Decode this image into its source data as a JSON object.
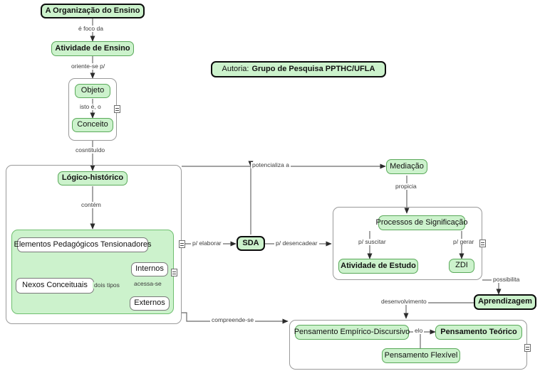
{
  "diagram": {
    "title_node": "A Organização do Ensino",
    "credit": {
      "prefix": "Autoria:",
      "value": "Grupo de Pesquisa PPTHC/UFLA"
    },
    "colors": {
      "node_fill_green": "#ccf2cc",
      "node_border_green": "#5aa95a",
      "node_fill_white": "#ffffff",
      "node_border_white": "#7a7a7a",
      "emphasis_border": "#0d0d0d",
      "container_border": "#9a9a9a",
      "wire": "#6b6b6b",
      "text": "#111111",
      "label_text": "#3c3c3c"
    },
    "nodes": [
      {
        "id": "organizacao",
        "label": "A Organização do Ensino"
      },
      {
        "id": "atividade_ens",
        "label": "Atividade de Ensino"
      },
      {
        "id": "objeto",
        "label": "Objeto"
      },
      {
        "id": "conceito",
        "label": "Conceito"
      },
      {
        "id": "logico",
        "label": "Lógico-histórico"
      },
      {
        "id": "elementos",
        "label": "Elementos Pedagógicos Tensionadores"
      },
      {
        "id": "nexos",
        "label": "Nexos Conceituais"
      },
      {
        "id": "internos",
        "label": "Internos"
      },
      {
        "id": "externos",
        "label": "Externos"
      },
      {
        "id": "sda",
        "label": "SDA"
      },
      {
        "id": "mediacao",
        "label": "Mediação"
      },
      {
        "id": "processos",
        "label": "Processos de Significação"
      },
      {
        "id": "ativ_estudo",
        "label": "Atividade de Estudo"
      },
      {
        "id": "zdi",
        "label": "ZDI"
      },
      {
        "id": "aprendizagem",
        "label": "Aprendizagem"
      },
      {
        "id": "pens_emp",
        "label": "Pensamento Empírico-Discursivo"
      },
      {
        "id": "pens_teo",
        "label": "Pensamento Teórico"
      },
      {
        "id": "pens_flex",
        "label": "Pensamento Flexível"
      }
    ],
    "edges": [
      {
        "from": "organizacao",
        "to": "atividade_ens",
        "label": "é foco da"
      },
      {
        "from": "atividade_ens",
        "to": "objeto",
        "label": "oriente-se p/"
      },
      {
        "from": "objeto",
        "to": "conceito",
        "label": "isto é, o"
      },
      {
        "from": "conceito",
        "to": "logico",
        "label": "cosntituído"
      },
      {
        "from": "logico",
        "to": "elementos",
        "label": "contém"
      },
      {
        "from": "nexos",
        "to": "internos",
        "label": "dois tipos"
      },
      {
        "from": "nexos",
        "to": "externos",
        "label": ""
      },
      {
        "from": "internos",
        "to": "externos",
        "label": "acessa-se"
      },
      {
        "from": "logico_group",
        "to": "sda",
        "label": "p/ elaborar"
      },
      {
        "from": "logico_group",
        "to": "mediacao",
        "label": "potencializa a"
      },
      {
        "from": "sda",
        "to": "processos_grp",
        "label": "p/ desencadear"
      },
      {
        "from": "mediacao",
        "to": "processos",
        "label": "propicia"
      },
      {
        "from": "processos",
        "to": "ativ_estudo",
        "label": "p/ suscitar"
      },
      {
        "from": "processos",
        "to": "zdi",
        "label": "p/ gerar"
      },
      {
        "from": "processos_grp",
        "to": "aprendizagem",
        "label": "possibilita"
      },
      {
        "from": "aprendizagem",
        "to": "pens_grp",
        "label": "desenvolvimento"
      },
      {
        "from": "logico_group",
        "to": "pens_grp",
        "label": "compreende-se"
      },
      {
        "from": "pens_emp",
        "to": "pens_teo",
        "label": "elo"
      },
      {
        "from": "pens_flex",
        "to": "pens_teo",
        "label": ""
      }
    ]
  }
}
